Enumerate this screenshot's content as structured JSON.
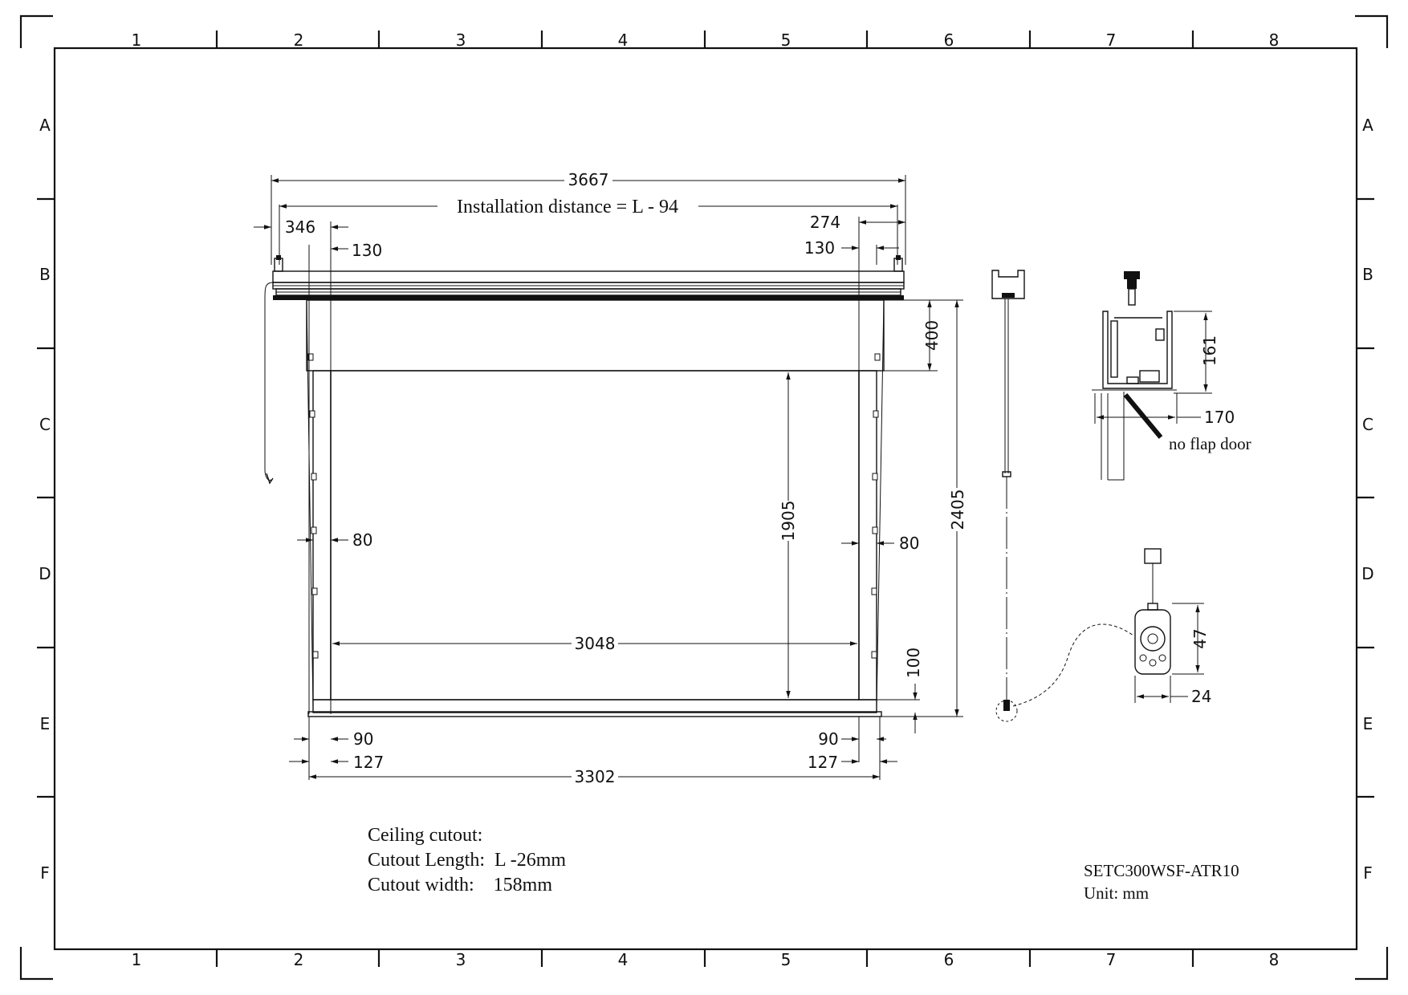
{
  "frame": {
    "columns": [
      "1",
      "2",
      "3",
      "4",
      "5",
      "6",
      "7",
      "8"
    ],
    "rows": [
      "A",
      "B",
      "C",
      "D",
      "E",
      "F"
    ]
  },
  "dimensions": {
    "overall_width": "3667",
    "installation_distance": "Installation distance = L - 94",
    "left_offset": "346",
    "left_inner": "130",
    "right_offset": "274",
    "right_inner": "130",
    "top_border": "400",
    "image_height": "1905",
    "total_drop": "2405",
    "left_side_border": "80",
    "right_side_border": "80",
    "image_width": "3048",
    "bottom_border": "100",
    "left_bottom_inner": "90",
    "left_bottom_outer": "127",
    "right_bottom_inner": "90",
    "right_bottom_outer": "127",
    "fabric_width": "3302",
    "housing_height": "161",
    "housing_width": "170",
    "remote_height": "47",
    "remote_width": "24"
  },
  "notes": {
    "flap_door": "no flap door",
    "ceiling_title": "Ceiling cutout:",
    "cutout_length": "Cutout Length:  L -26mm",
    "cutout_width": "Cutout width:    158mm",
    "model": "SETC300WSF-ATR10",
    "unit": "Unit: mm"
  }
}
